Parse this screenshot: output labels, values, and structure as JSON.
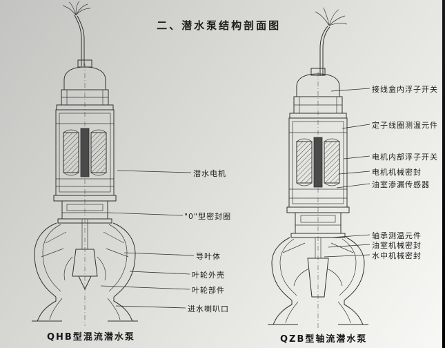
{
  "title": "二、潜水泵结构剖面图",
  "captions": {
    "left": "QHB型混流潜水泵",
    "right": "QZB型轴流潜水泵"
  },
  "left_labels": [
    {
      "text": "潜水电机"
    },
    {
      "text": "\"0\"型密封圈"
    },
    {
      "text": "导叶体"
    },
    {
      "text": "叶轮外壳"
    },
    {
      "text": "叶轮部件"
    },
    {
      "text": "进水喇叭口"
    }
  ],
  "right_labels": [
    {
      "text": "接线盒内浮子开关"
    },
    {
      "text": "定子线圈测温元件"
    },
    {
      "text": "电机内部浮子开关"
    },
    {
      "text": "电机机械密封"
    },
    {
      "text": "油室渗漏传感器"
    },
    {
      "text": "轴承测温元件"
    },
    {
      "text": "油室机械密封"
    },
    {
      "text": "水中机械密封"
    }
  ],
  "colors": {
    "line": "#2f2f2f",
    "text": "#1b1b1b",
    "background_top": "#c3c3c1",
    "background_bottom": "#f8f8f6"
  }
}
